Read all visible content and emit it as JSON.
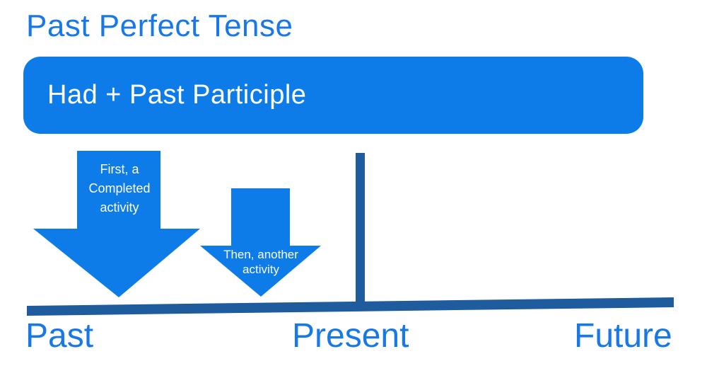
{
  "title": "Past Perfect Tense",
  "banner": {
    "label": "Had + Past Participle"
  },
  "diagram": {
    "arrow_first": {
      "label": "First, a\nCompleted\nactivity"
    },
    "arrow_second": {
      "label": "Then, another\nactivity"
    },
    "timeline_labels": {
      "past": "Past",
      "present": "Present",
      "future": "Future"
    }
  },
  "colors": {
    "accent_blue": "#0d7ce9",
    "timeline_dark_blue": "#1e5c9e",
    "heading_blue": "#1878e8",
    "arrow_text_white": "#ffffff",
    "background": "#ffffff"
  }
}
